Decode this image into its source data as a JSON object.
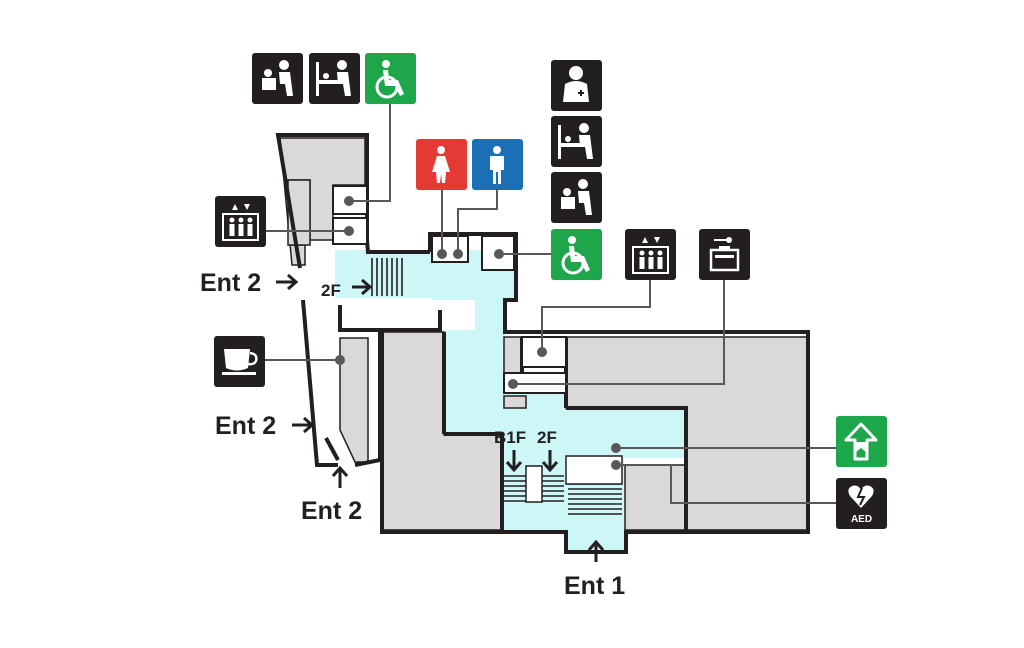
{
  "labels": {
    "ent2_upper": "Ent 2",
    "ent2_middle": "Ent 2",
    "ent2_bottom": "Ent 2",
    "ent1": "Ent 1",
    "stairs_2f_left": "2F",
    "stairs_b1f": "B1F",
    "stairs_2f_right": "2F",
    "aed": "AED"
  },
  "icons": [
    "baby-chair-icon",
    "diaper-changing-icon",
    "wheelchair-accessible-icon",
    "nursing-room-icon",
    "diaper-changing-icon",
    "baby-chair-icon",
    "female-restroom-icon",
    "male-restroom-icon",
    "wheelchair-accessible-icon",
    "elevator-icon",
    "elevator-icon",
    "locker-icon",
    "cafe-icon",
    "emergency-exit-icon",
    "aed-icon"
  ],
  "colors": {
    "corridor": "#ccf7f6",
    "room": "#d9d9d9",
    "sign_black": "#231f20",
    "accessible_green": "#1ea64b",
    "female_red": "#e53935",
    "male_blue": "#1a6fb5",
    "exit_green": "#1ea64b",
    "pointer": "#595757"
  }
}
